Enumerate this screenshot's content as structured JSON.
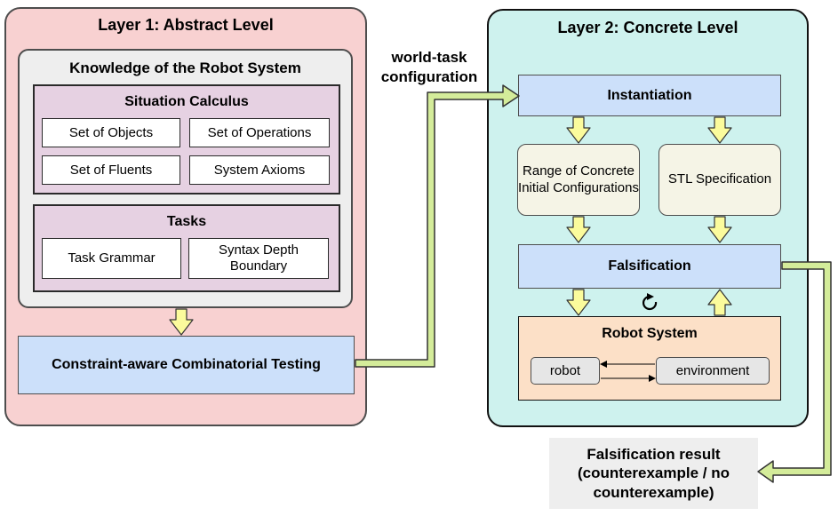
{
  "layer1": {
    "title": "Layer 1: Abstract Level",
    "knowledge": {
      "title": "Knowledge of the Robot System",
      "situation": {
        "title": "Situation Calculus",
        "items": [
          "Set of Objects",
          "Set of Operations",
          "Set of Fluents",
          "System Axioms"
        ]
      },
      "tasks": {
        "title": "Tasks",
        "items": [
          "Task Grammar",
          "Syntax Depth Boundary"
        ]
      }
    },
    "testing": "Constraint-aware Combinatorial Testing"
  },
  "connector": {
    "label": "world-task configuration"
  },
  "layer2": {
    "title": "Layer 2: Concrete Level",
    "instantiation": "Instantiation",
    "range": "Range of Concrete Initial Configurations",
    "stl": "STL Specification",
    "falsification": "Falsification",
    "loop_icon": "refresh-icon",
    "robot_system": {
      "title": "Robot System",
      "robot": "robot",
      "environment": "environment"
    }
  },
  "result": "Falsification result (counterexample / no counterexample)",
  "colors": {
    "layer1_bg": "#f8d1d1",
    "layer2_bg": "#cef2ee",
    "knowledge_bg": "#eeeeee",
    "group_bg": "#e6d1e2",
    "process_bg": "#cce0fa",
    "spec_bg": "#f5f4e6",
    "robot_system_bg": "#fce0c7",
    "yellow_arrow": "#fbfb9c",
    "green_connector": "#d4ec9a"
  }
}
